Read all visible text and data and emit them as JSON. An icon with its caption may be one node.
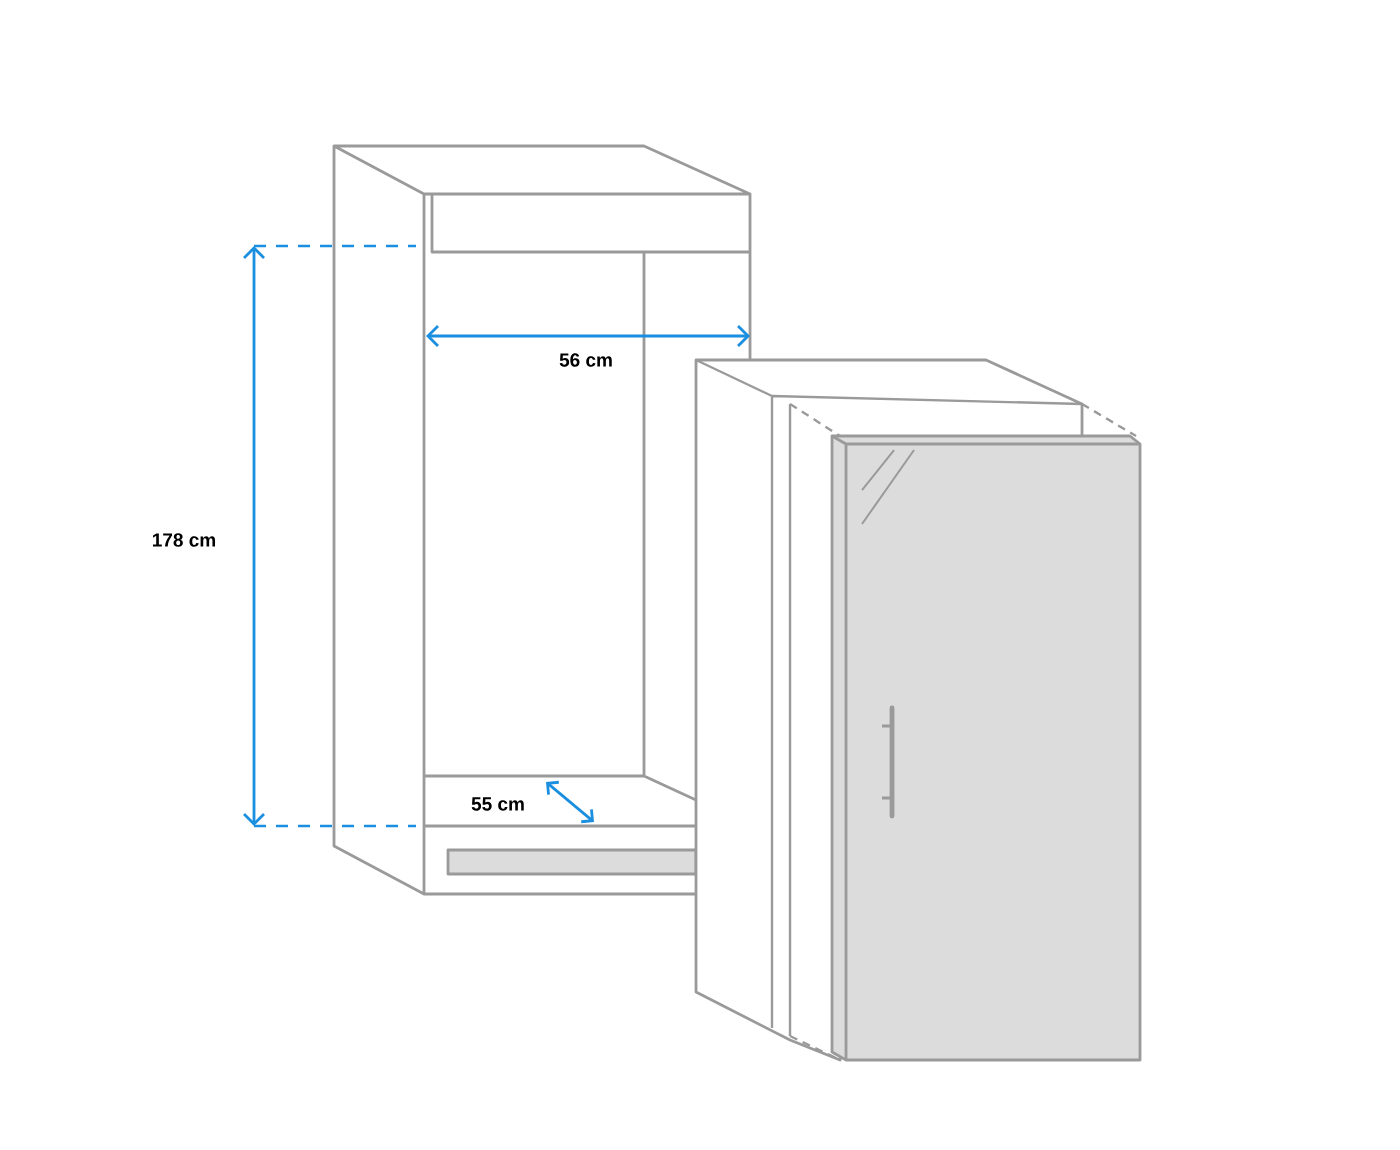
{
  "diagram": {
    "labels": [
      "56 cm",
      "178 cm",
      "55 cm"
    ]
  }
}
